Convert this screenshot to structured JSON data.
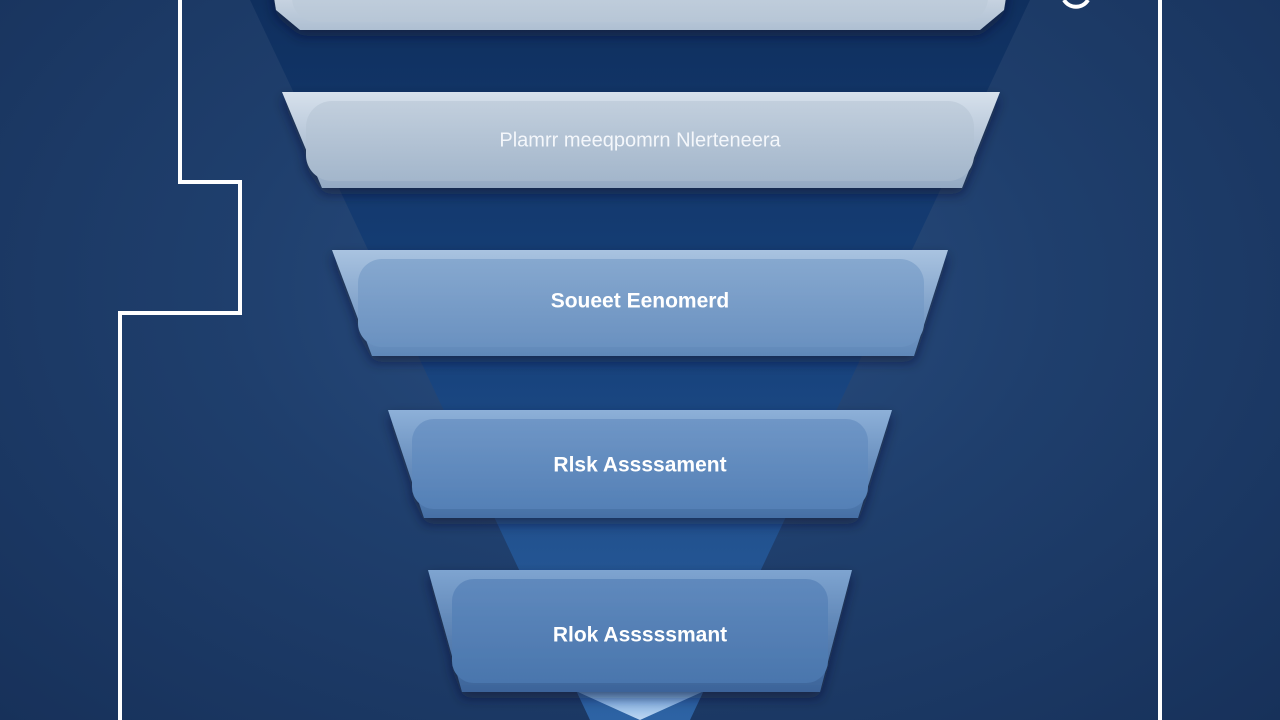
{
  "diagram": {
    "tiers": [
      {
        "label": ""
      },
      {
        "label": "Plamrr meeqpomrn Nlerteneera"
      },
      {
        "label": "Soueet Eenomerd"
      },
      {
        "label": "Rlsk Assssament"
      },
      {
        "label": "Rlok Asssssmant"
      }
    ]
  },
  "colors": {
    "background": "#1f3f6d",
    "funnel_core": "#123a70",
    "tier_light": "#c3d0de",
    "tier_mid": "#7fa2c9",
    "tier_dark": "#3f6ea6",
    "line": "#ffffff"
  }
}
